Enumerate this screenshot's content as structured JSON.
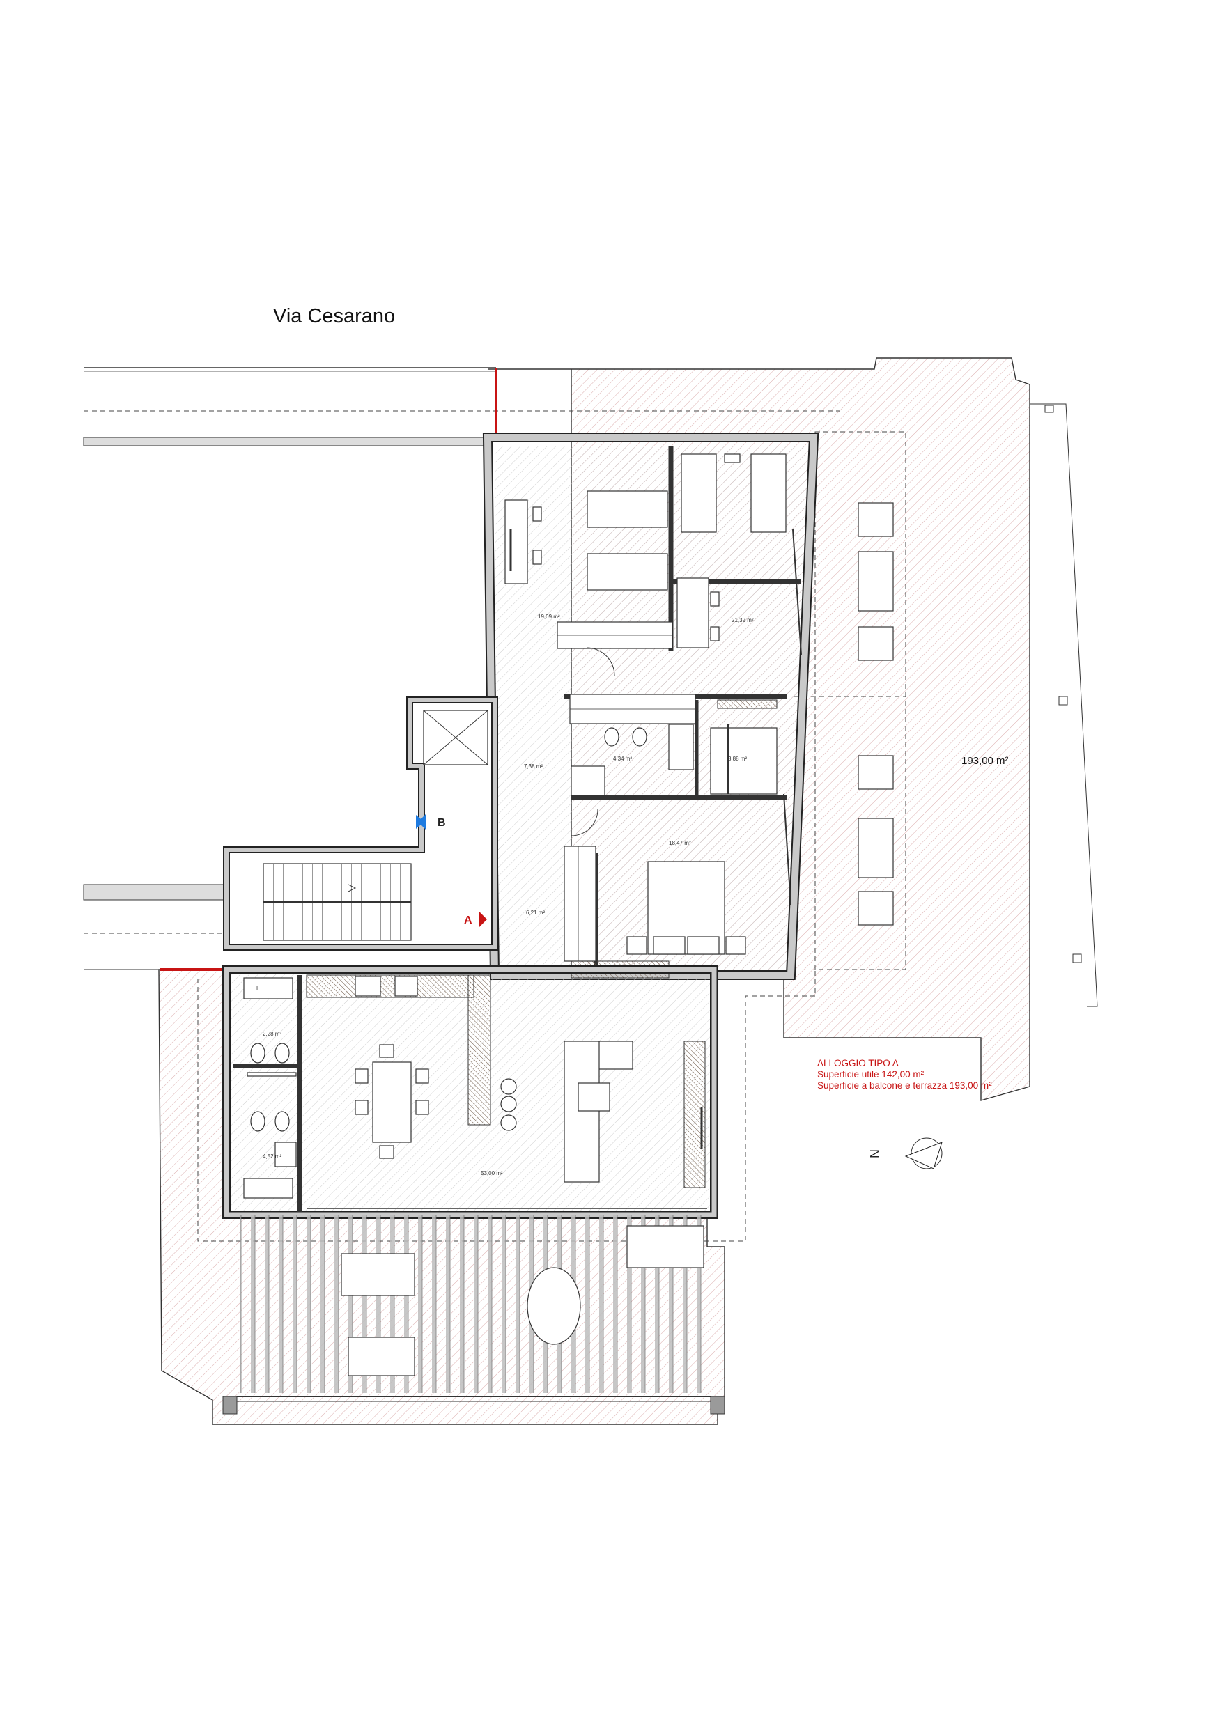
{
  "street_label": "Via Cesarano",
  "terrace_area": "193,00 m²",
  "rooms": {
    "bedroom_1": "19,09 m²",
    "bedroom_2": "21,32 m²",
    "bath_1": "4,34 m²",
    "closet": "3,88 m²",
    "hall": "7,38 m²",
    "master_bedroom": "18,47 m²",
    "entrance": "6,21 m²",
    "laundry": "2,28 m²",
    "bath_2": "4,52 m²",
    "living": "53,00 m²"
  },
  "laundry_tag": "L",
  "section_markers": {
    "a": "A",
    "b": "B"
  },
  "info": {
    "title": "ALLOGGIO TIPO A",
    "usable_area": "Superficie utile 142,00 m²",
    "terrace_area": "Superficie a balcone e terrazza 193,00 m²"
  },
  "north_label": "N",
  "colors": {
    "accent_red": "#c81414",
    "section_blue": "#1e7be0",
    "hatch": "#d8a6a6"
  }
}
